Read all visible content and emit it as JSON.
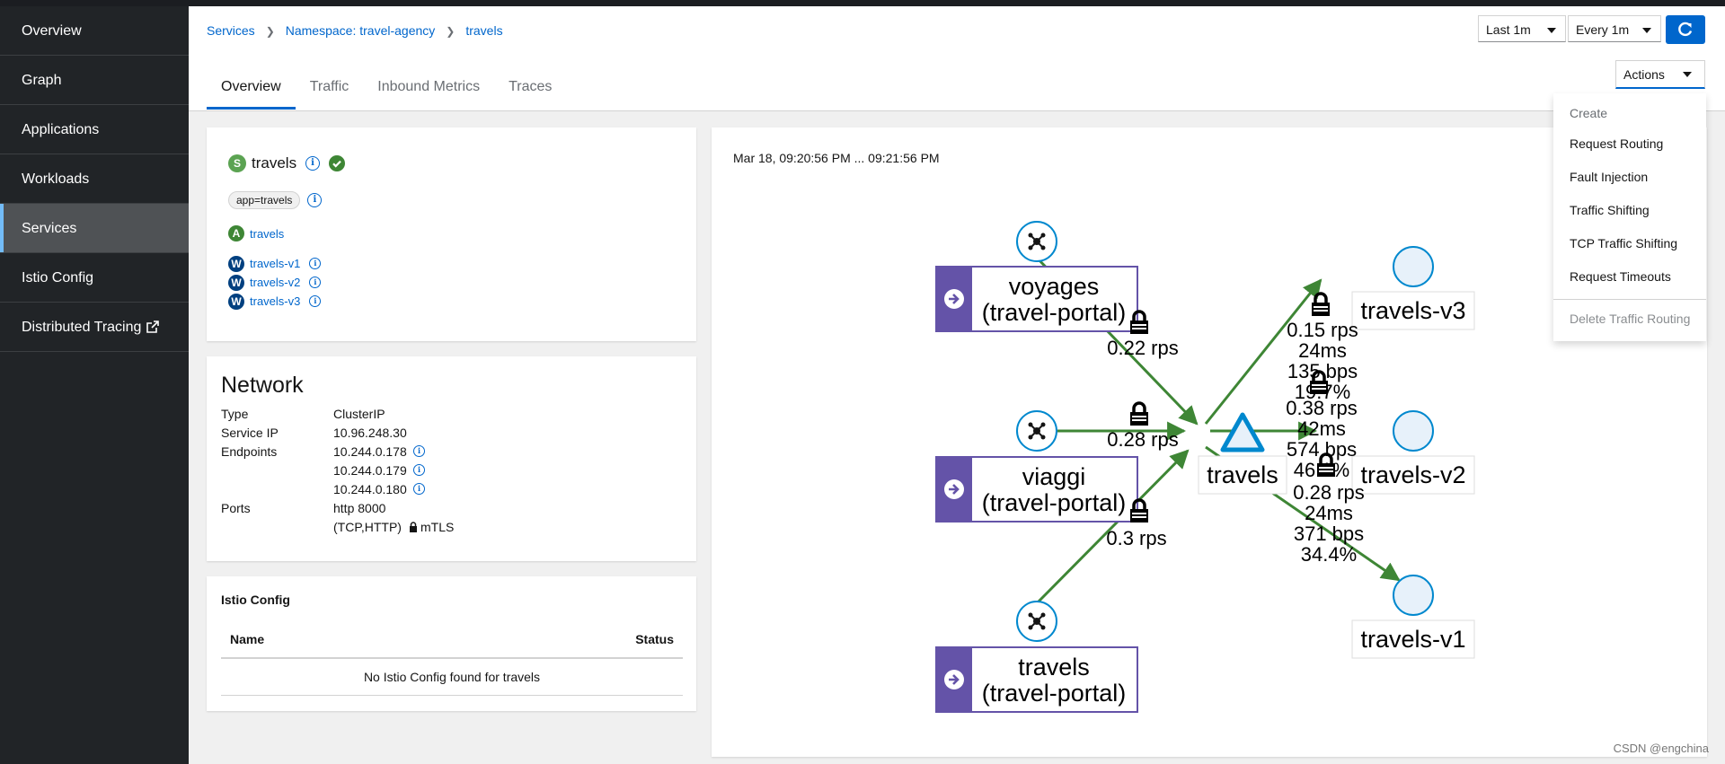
{
  "sidebar": {
    "items": [
      {
        "label": "Overview"
      },
      {
        "label": "Graph"
      },
      {
        "label": "Applications"
      },
      {
        "label": "Workloads"
      },
      {
        "label": "Services"
      },
      {
        "label": "Istio Config"
      },
      {
        "label": "Distributed Tracing"
      }
    ],
    "active": "Services"
  },
  "breadcrumb": {
    "items": [
      "Services",
      "Namespace: travel-agency",
      "travels"
    ]
  },
  "toolbar": {
    "time_range": "Last 1m",
    "refresh_interval": "Every 1m",
    "actions_label": "Actions"
  },
  "tabs": [
    "Overview",
    "Traffic",
    "Inbound Metrics",
    "Traces"
  ],
  "service": {
    "badge": "S",
    "name": "travels",
    "label": "app=travels",
    "app_badge": "A",
    "app": "travels",
    "workload_badge": "W",
    "workloads": [
      "travels-v1",
      "travels-v2",
      "travels-v3"
    ]
  },
  "network": {
    "title": "Network",
    "type_label": "Type",
    "type_value": "ClusterIP",
    "ip_label": "Service IP",
    "ip_value": "10.96.248.30",
    "endpoints_label": "Endpoints",
    "endpoints": [
      "10.244.0.178",
      "10.244.0.179",
      "10.244.0.180"
    ],
    "ports_label": "Ports",
    "ports_value": "http 8000",
    "ports_protocol": "(TCP,HTTP)",
    "mtls": "mTLS"
  },
  "istio_config": {
    "title": "Istio Config",
    "col_name": "Name",
    "col_status": "Status",
    "empty": "No Istio Config found for travels"
  },
  "graph": {
    "timestamp": "Mar 18, 09:20:56 PM ... 09:21:56 PM",
    "sources": [
      {
        "line1": "voyages",
        "line2": "(travel-portal)"
      },
      {
        "line1": "viaggi",
        "line2": "(travel-portal)"
      },
      {
        "line1": "travels",
        "line2": "(travel-portal)"
      }
    ],
    "center": "travels",
    "versions": [
      "travels-v3",
      "travels-v2",
      "travels-v1"
    ],
    "edge_in": [
      "0.22 rps",
      "0.28 rps",
      "0.3 rps"
    ],
    "edge_v3": [
      "0.15 rps",
      "24ms",
      "135 bps",
      "19.7%"
    ],
    "edge_v2": [
      "0.38 rps",
      "42ms",
      "574 bps",
      "46.1%"
    ],
    "edge_v1": [
      "0.28 rps",
      "24ms",
      "371 bps",
      "34.4%"
    ],
    "colors": {
      "edge": "#3e8635",
      "node_stroke": "#0088ce",
      "node_fill": "#e7f1fa",
      "source_box": "#6453a8"
    }
  },
  "actions_menu": {
    "section": "Create",
    "items": [
      "Request Routing",
      "Fault Injection",
      "Traffic Shifting",
      "TCP Traffic Shifting",
      "Request Timeouts"
    ],
    "delete": "Delete Traffic Routing"
  },
  "watermark": "CSDN @engchina"
}
